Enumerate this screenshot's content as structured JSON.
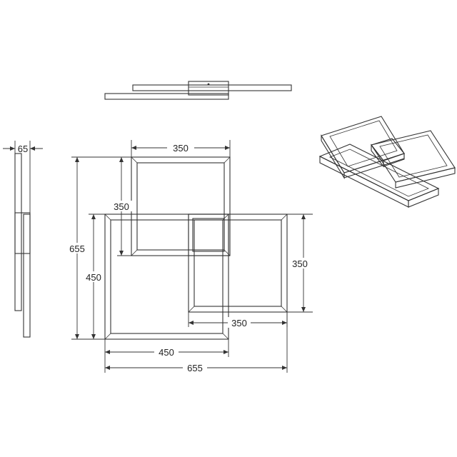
{
  "dimensions": {
    "depth": "65",
    "small_width": "350",
    "small_height": "350",
    "total_height": "655",
    "large_height": "450",
    "right_height": "350",
    "bottom_right_width": "350",
    "large_width": "450",
    "total_width": "655"
  }
}
